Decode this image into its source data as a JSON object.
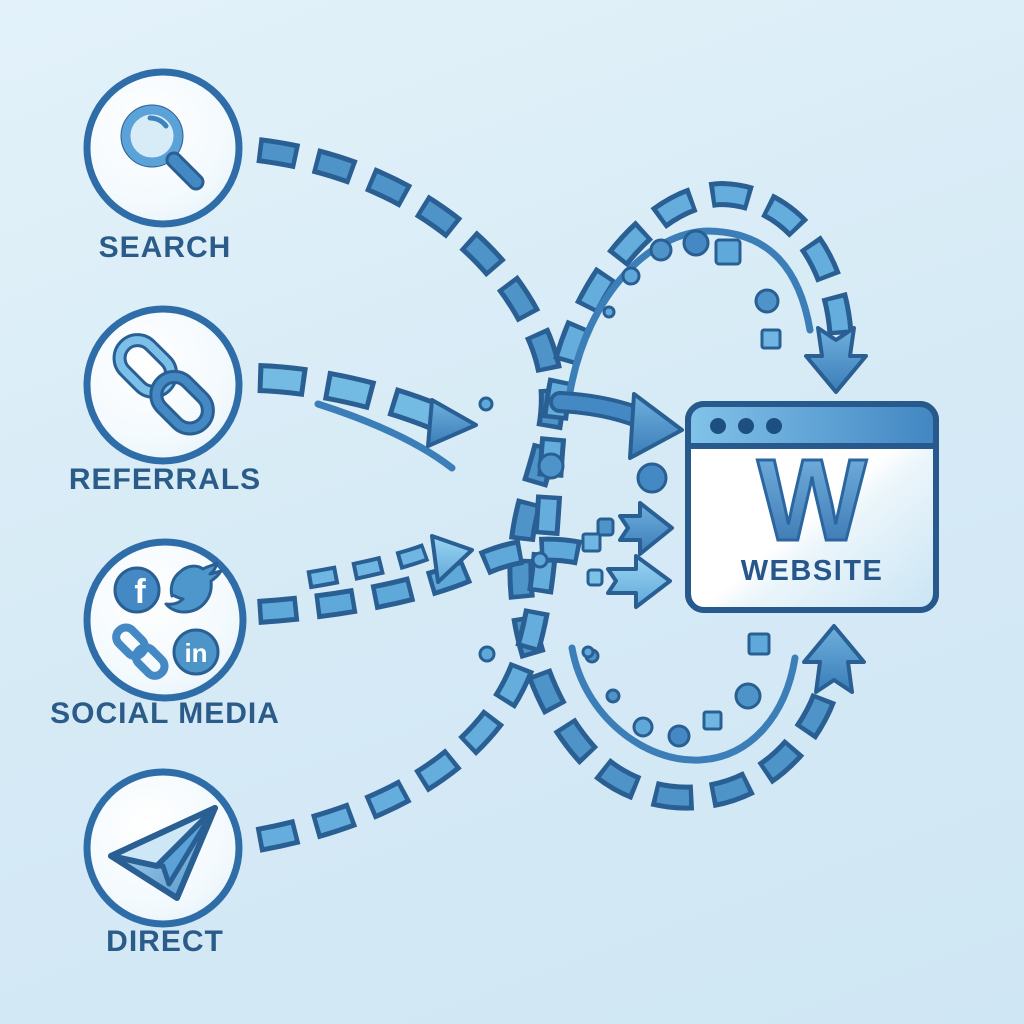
{
  "diagram": {
    "type": "flow-diagram",
    "subject": "website traffic sources",
    "sources": [
      {
        "id": "search",
        "label": "SEARCH",
        "icon": "magnifier-icon"
      },
      {
        "id": "referrals",
        "label": "REFERRALS",
        "icon": "chain-link-icon"
      },
      {
        "id": "social",
        "label": "SOCIAL MEDIA",
        "icon": "social-networks-icon",
        "mini_icons": {
          "facebook": "f",
          "twitter": "twitter-bird",
          "chain": "chain-link",
          "linkedin": "in"
        }
      },
      {
        "id": "direct",
        "label": "DIRECT",
        "icon": "paper-plane-icon"
      }
    ],
    "destination": {
      "id": "website",
      "label": "WEBSITE",
      "logo": "W",
      "icon": "browser-window-icon"
    },
    "flows": [
      {
        "from": "search",
        "to": "website",
        "style": "dashed-loop-bottom"
      },
      {
        "from": "referrals",
        "to": "website",
        "style": "dashed-straight"
      },
      {
        "from": "social",
        "to": "website",
        "style": "dashed-straight"
      },
      {
        "from": "direct",
        "to": "website",
        "style": "dashed-loop-top"
      }
    ],
    "colors": {
      "background": "#d7ebf6",
      "dash_outline": "#2a5f93",
      "dash_fill_medium": "#4e94c9",
      "dash_fill_light": "#74bbe4",
      "badge_border": "#2f6da8",
      "label_text": "#2b5b88",
      "browser_bar": "#4286c2",
      "website_text": "#27578a"
    }
  }
}
